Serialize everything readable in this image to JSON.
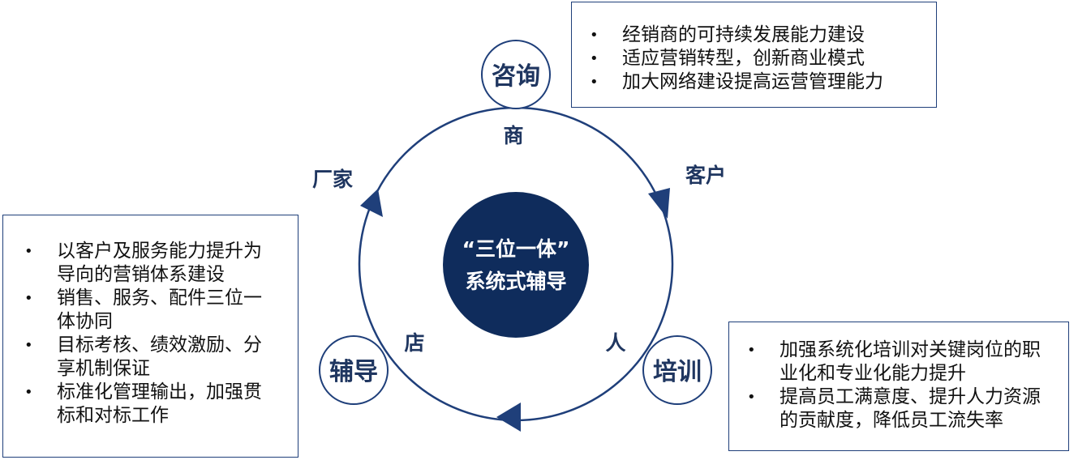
{
  "colors": {
    "navy": "#0f2c5c",
    "ring": "#1f3f7a",
    "text_dark": "#1f3660"
  },
  "center": {
    "line1": "“三位一体”",
    "line2": "系统式辅导"
  },
  "nodes": {
    "consult": "咨询",
    "guide": "辅导",
    "train": "培训"
  },
  "ring_labels": {
    "shang": "商",
    "kehu": "客户",
    "ren": "人",
    "dian": "店",
    "changjia": "厂家"
  },
  "boxes": {
    "consult": {
      "items": [
        "经销商的可持续发展能力建设",
        "适应营销转型，创新商业模式",
        "加大网络建设提高运营管理能力"
      ]
    },
    "guide": {
      "items": [
        [
          "以客户及服务能力提升为",
          "导向的营销体系建设"
        ],
        [
          "销售、服务、配件三位一",
          "体协同"
        ],
        [
          "目标考核、绩效激励、分",
          "享机制保证"
        ],
        [
          "标准化管理输出，加强贯",
          "标和对标工作"
        ]
      ]
    },
    "train": {
      "items": [
        [
          "加强系统化培训对关键岗位的职",
          "业化和专业化能力提升"
        ],
        [
          "提高员工满意度、提升人力资源",
          "的贡献度，降低员工流失率"
        ]
      ]
    }
  },
  "bullet_symbol": "•"
}
